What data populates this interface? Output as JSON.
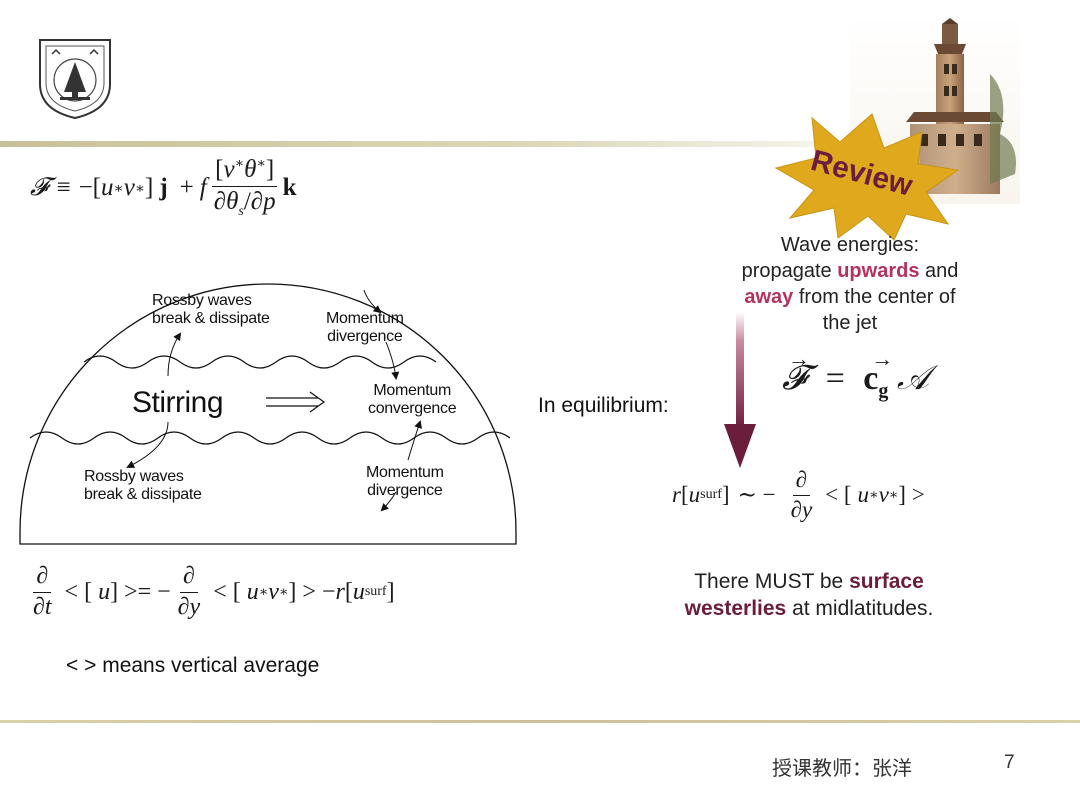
{
  "slide": {
    "review_badge": "Review",
    "wave_energies": {
      "line1": "Wave energies:",
      "line2_pre": "propagate ",
      "line2_hl": "upwards",
      "line2_post": " and",
      "line3_hl": "away",
      "line3_post": " from the center of",
      "line4": "the jet"
    },
    "equilibrium_label": "In equilibrium:",
    "diagram": {
      "rossby_top_1": "Rossby waves",
      "rossby_top_2": "break & dissipate",
      "momentum_div_top_1": "Momentum",
      "momentum_div_top_2": "divergence",
      "stirring": "Stirring",
      "momentum_conv_1": "Momentum",
      "momentum_conv_2": "convergence",
      "rossby_bottom_1": "Rossby waves",
      "rossby_bottom_2": "break & dissipate",
      "momentum_div_bottom_1": "Momentum",
      "momentum_div_bottom_2": "divergence"
    },
    "vertical_average_note": "< > means vertical average",
    "conclusion": {
      "pre": "There MUST be ",
      "hl1": "surface",
      "hl2": "westerlies",
      "post": " at midlatitudes."
    },
    "footer": {
      "instructor": "授课教师：张洋",
      "page_number": "7"
    },
    "colors": {
      "header_line": "#c9c29a",
      "footer_line": "#cbc19a",
      "arrow": "#6b1d3c",
      "badge": "#e0a81c",
      "pink_highlight": "#b5315f",
      "maroon_highlight": "#6b1d3c"
    }
  }
}
